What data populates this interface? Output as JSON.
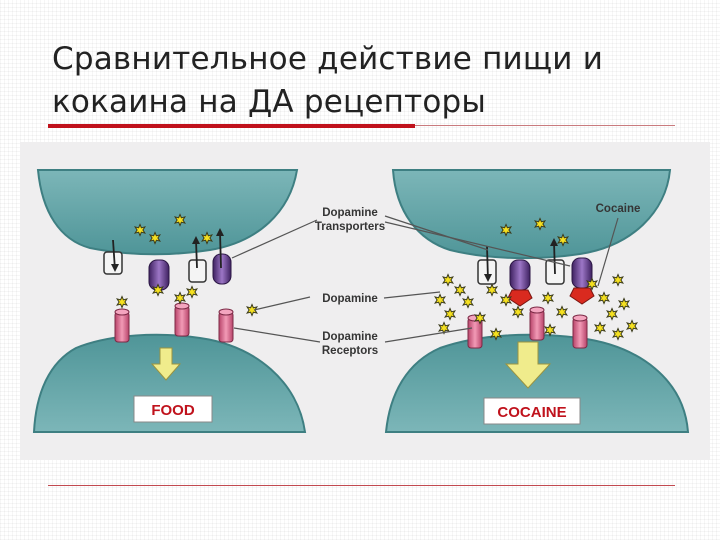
{
  "slide": {
    "title": "Сравнительное действие пищи и кокаина на ДА рецепторы"
  },
  "figure": {
    "labels": {
      "transporters_line1": "Dopamine",
      "transporters_line2": "Transporters",
      "dopamine": "Dopamine",
      "receptors_line1": "Dopamine",
      "receptors_line2": "Receptors",
      "cocaine": "Cocaine"
    },
    "panels": {
      "left_label": "FOOD",
      "right_label": "COCAINE"
    },
    "colors": {
      "neuron": "#5fa3a6",
      "neuron_dark": "#3f8c90",
      "receptor": "#d46a8c",
      "transporter": "#6a3e8f",
      "cocaine": "#d92a1f",
      "arrow": "#f0ec8c",
      "title_rule": "#c0121c",
      "dopamine": "#f5e020"
    }
  }
}
